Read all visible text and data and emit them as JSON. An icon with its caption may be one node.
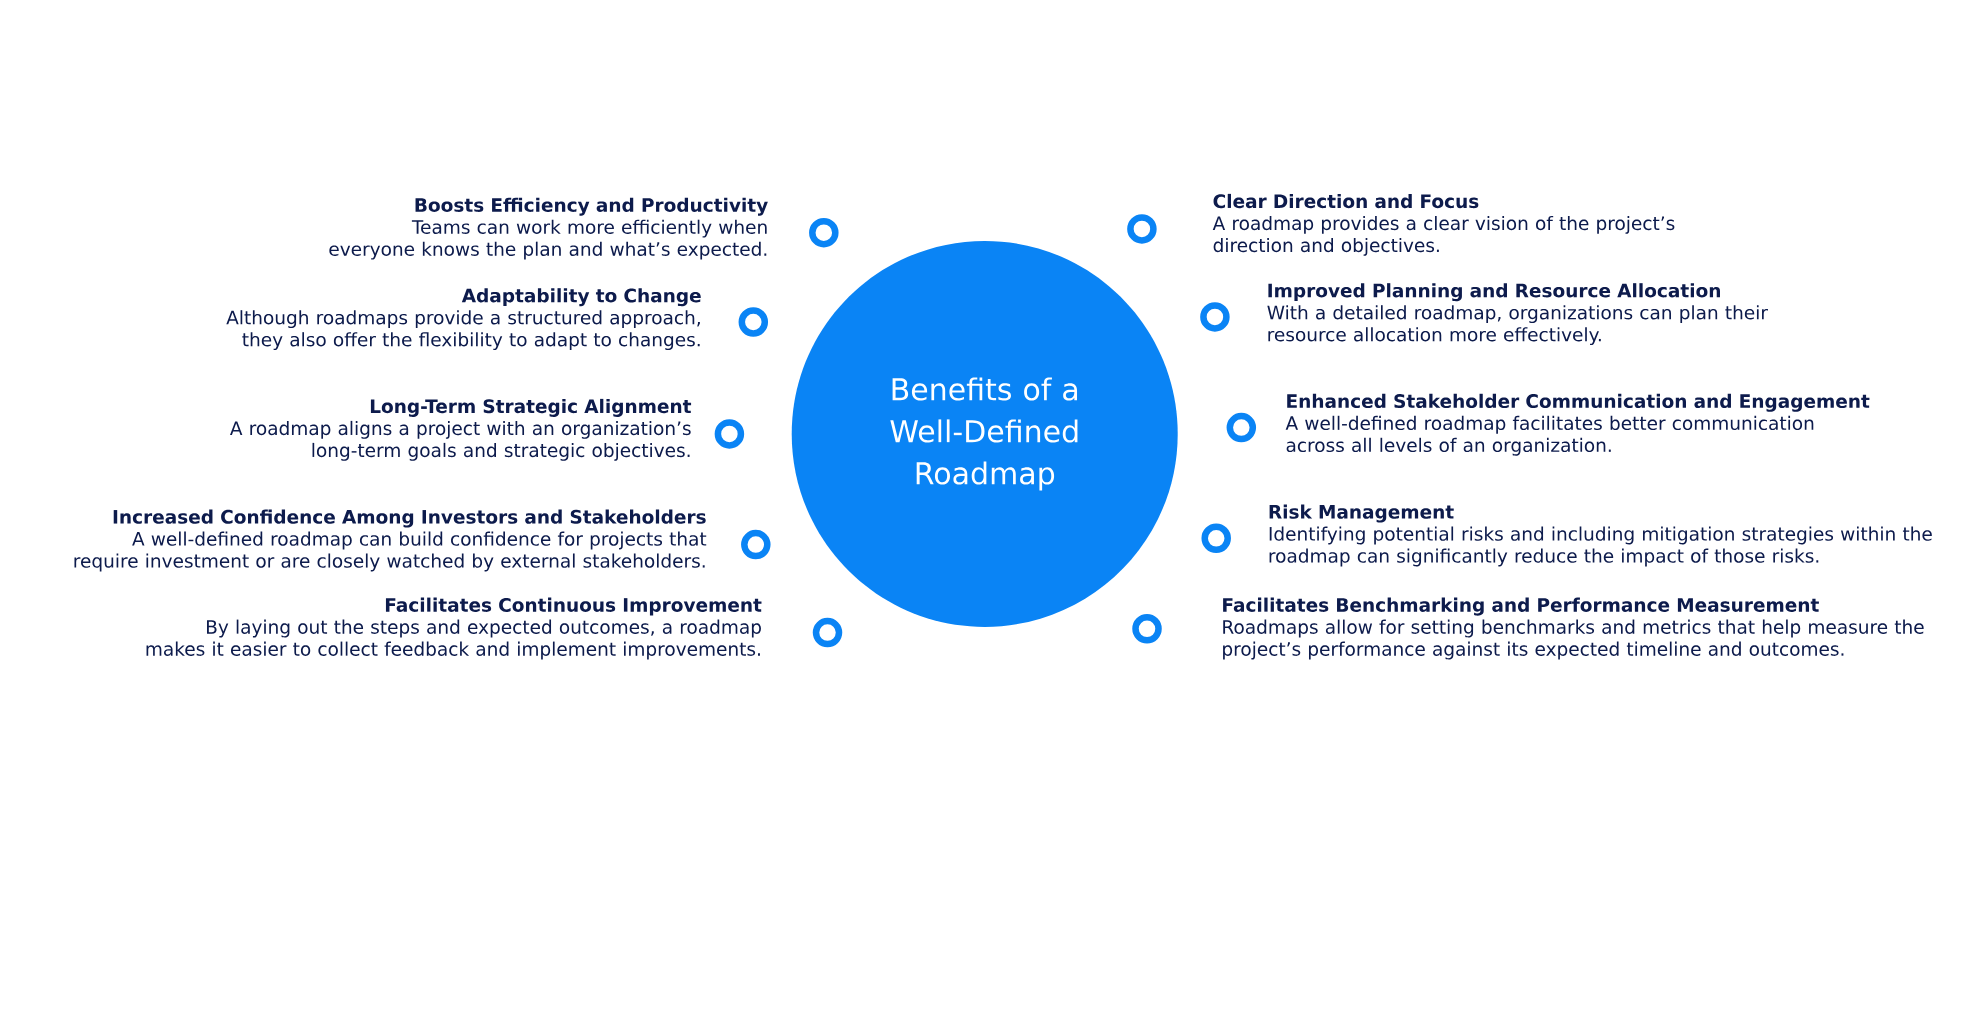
{
  "diagram": {
    "nodes": [
      {
        "text": [
          "Benefits of a Well-Defined Roadmap"
        ]
      },
      {
        "text": [
          "Boosts Efficiency and Productivity",
          "Teams can work more efficiently when everyone knows the plan and what’s expected."
        ]
      },
      {
        "text": [
          "Adaptability to Change",
          "Although roadmaps provide a structured approach, they also offer the flexibility to adapt to changes."
        ]
      },
      {
        "text": [
          "Long-Term Strategic Alignment",
          "A roadmap aligns a project with an organization’s long-term goals and strategic objectives."
        ]
      },
      {
        "text": [
          "Increased Confidence Among Investors and Stakeholders",
          "A well-defined roadmap can build confidence for projects that require investment or are closely watched by external stakeholders."
        ]
      },
      {
        "text": [
          "Facilitates Continuous Improvement",
          "By laying out the steps and expected outcomes, a roadmap makes it easier to collect feedback and implement improvements."
        ]
      },
      {
        "text": [
          "Clear Direction and Focus",
          "A roadmap provides a clear vision of the project’s direction and objectives."
        ]
      },
      {
        "text": [
          "Improved Planning and Resource Allocation",
          "With a detailed roadmap, organizations can plan their resource allocation more effectively."
        ]
      },
      {
        "text": [
          "Enhanced Stakeholder Communication and Engagement",
          "A well-defined roadmap facilitates better communication across all levels of an organization."
        ]
      },
      {
        "text": [
          "Risk Management",
          "Identifying potential risks and including mitigation strategies within the roadmap can significantly reduce the impact of those risks."
        ]
      },
      {
        "text": [
          "Facilitates Benchmarking and Performance Measurement",
          "Roadmaps allow for setting benchmarks and metrics that help measure the project’s performance against its expected timeline and outcomes."
        ]
      }
    ]
  }
}
